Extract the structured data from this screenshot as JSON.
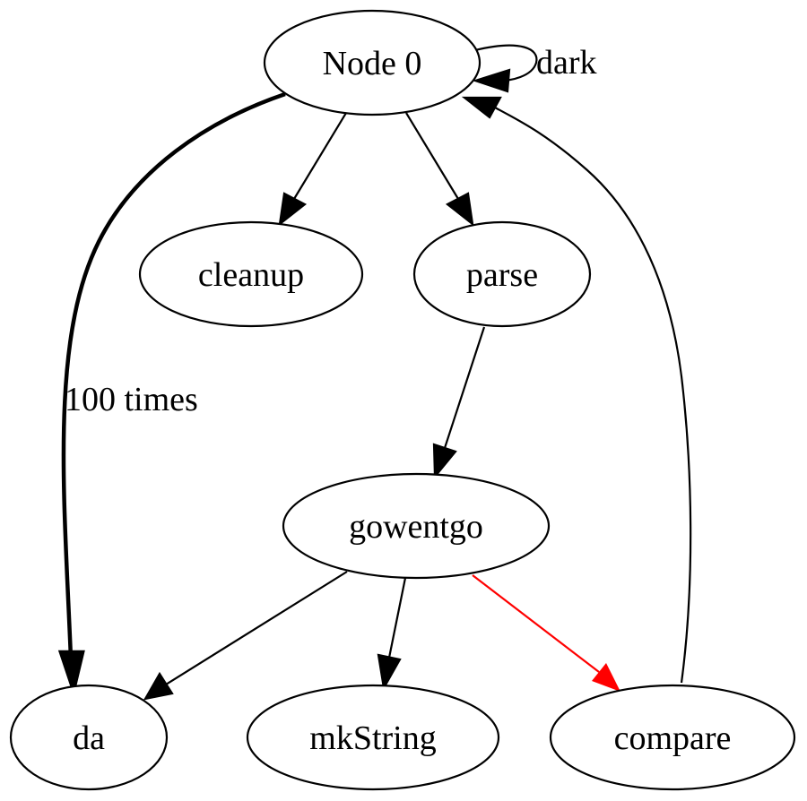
{
  "graph": {
    "nodes": [
      {
        "id": "node0",
        "label": "Node 0"
      },
      {
        "id": "cleanup",
        "label": "cleanup"
      },
      {
        "id": "parse",
        "label": "parse"
      },
      {
        "id": "gowentgo",
        "label": "gowentgo"
      },
      {
        "id": "da",
        "label": "da"
      },
      {
        "id": "mkstring",
        "label": "mkString"
      },
      {
        "id": "compare",
        "label": "compare"
      }
    ],
    "edges": [
      {
        "from": "node0",
        "to": "node0",
        "label": "dark",
        "color": "#000000"
      },
      {
        "from": "node0",
        "to": "da",
        "label": "100 times",
        "color": "#000000",
        "bold": true
      },
      {
        "from": "node0",
        "to": "cleanup",
        "label": "",
        "color": "#000000"
      },
      {
        "from": "node0",
        "to": "parse",
        "label": "",
        "color": "#000000"
      },
      {
        "from": "parse",
        "to": "gowentgo",
        "label": "",
        "color": "#000000"
      },
      {
        "from": "gowentgo",
        "to": "da",
        "label": "",
        "color": "#000000"
      },
      {
        "from": "gowentgo",
        "to": "mkstring",
        "label": "",
        "color": "#000000"
      },
      {
        "from": "gowentgo",
        "to": "compare",
        "label": "",
        "color": "#ff0000"
      },
      {
        "from": "compare",
        "to": "node0",
        "label": "",
        "color": "#000000"
      }
    ]
  }
}
